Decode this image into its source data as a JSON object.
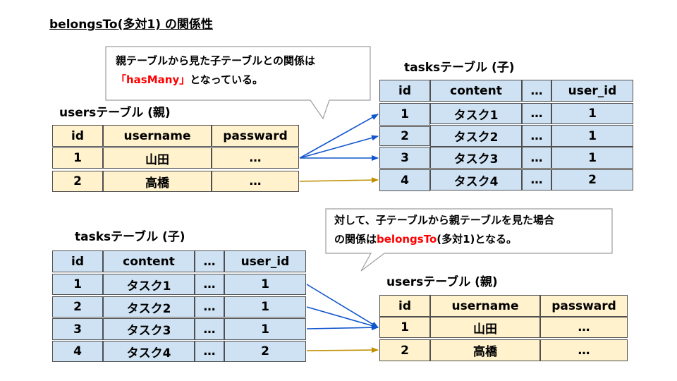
{
  "title": "belongsTo(多対1) の関係性",
  "top": {
    "callout": {
      "line1": "親テーブルから見た子テーブルとの関係は",
      "highlight": "「hasMany」",
      "line2_rest": "となっている。"
    },
    "users_label": "usersテーブル (親)",
    "tasks_label": "tasksテーブル (子)"
  },
  "bottom": {
    "callout": {
      "line1": "対して、子テーブルから親テーブルを見た場合",
      "line2_pre": "の関係は",
      "highlight": "belongsTo",
      "line2_post": "(多対1)となる。"
    },
    "tasks_label": "tasksテーブル (子)",
    "users_label": "usersテーブル (親)"
  },
  "users_table": {
    "headers": [
      "id",
      "username",
      "passward"
    ],
    "rows": [
      [
        "1",
        "山田",
        "…"
      ],
      [
        "2",
        "高橋",
        "…"
      ]
    ]
  },
  "tasks_table": {
    "headers": [
      "id",
      "content",
      "…",
      "user_id"
    ],
    "rows": [
      [
        "1",
        "タスク1",
        "…",
        "1"
      ],
      [
        "2",
        "タスク2",
        "…",
        "1"
      ],
      [
        "3",
        "タスク3",
        "…",
        "1"
      ],
      [
        "4",
        "タスク4",
        "…",
        "2"
      ]
    ]
  },
  "colors": {
    "users_fill": "#fff2cc",
    "tasks_fill": "#cfe2f3",
    "blue_arrow": "#1155cc",
    "gold_arrow": "#bf9000",
    "highlight": "#ff0000"
  }
}
